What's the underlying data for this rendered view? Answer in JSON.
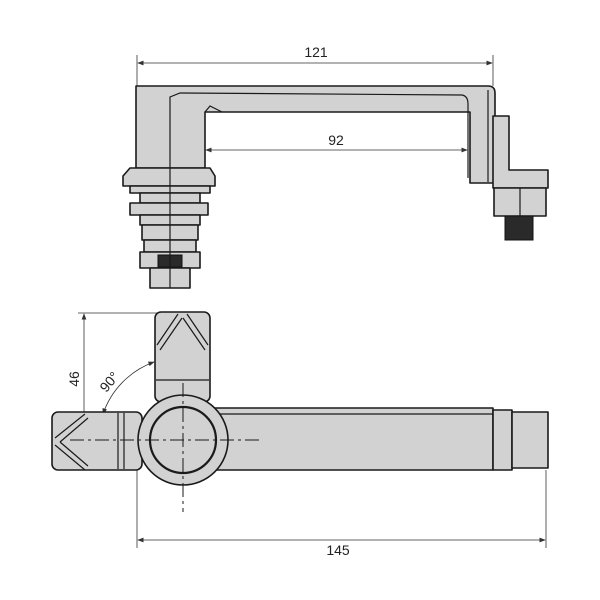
{
  "dimensions": {
    "top_overall_width": "121",
    "top_inner_width": "92",
    "bottom_height": "46",
    "rotation_angle": "90°",
    "bottom_overall_width": "145"
  },
  "colors": {
    "part_fill": "#d2d2d2",
    "outline": "#1a1a1a"
  }
}
